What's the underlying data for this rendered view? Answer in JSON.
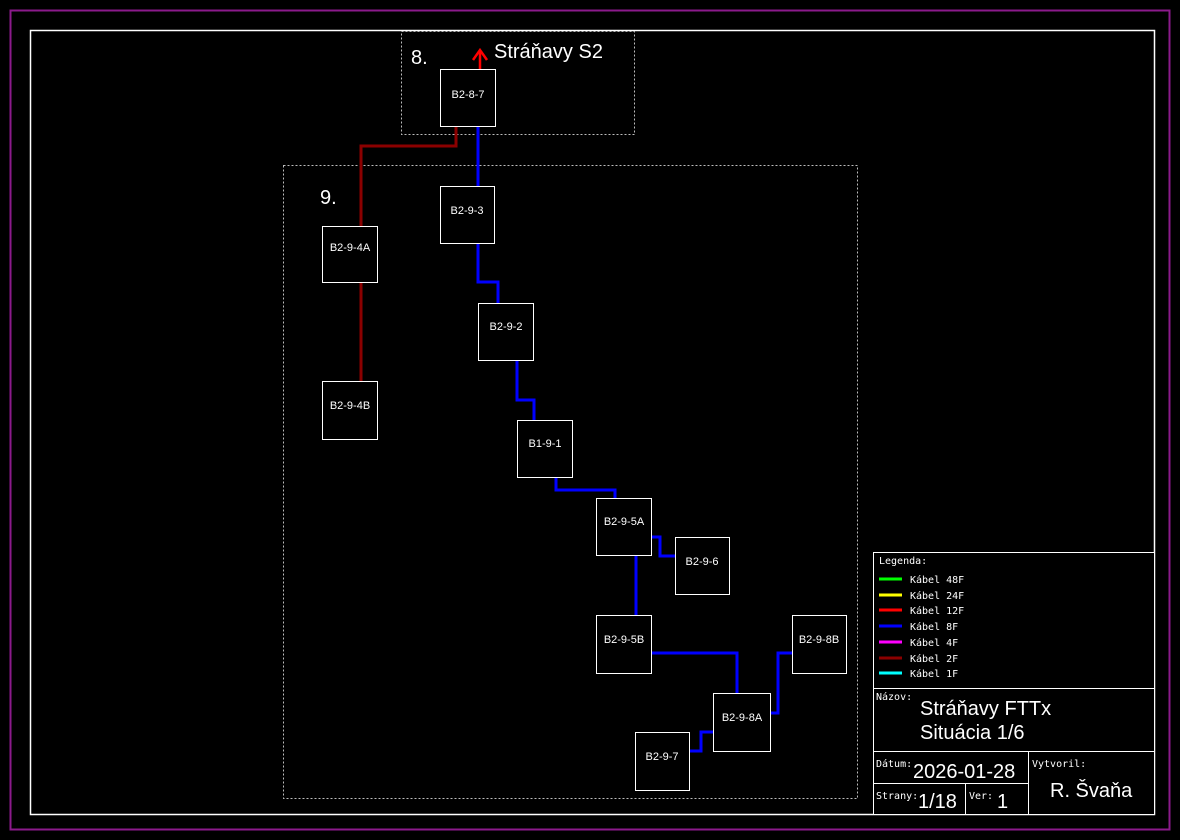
{
  "zones": [
    {
      "id": "zone-8",
      "label": "8."
    },
    {
      "id": "zone-9",
      "label": "9."
    }
  ],
  "direction_label": "Stráňavy S2",
  "nodes": [
    {
      "id": "B2-8-7",
      "label": "B2-8-7"
    },
    {
      "id": "B2-9-3",
      "label": "B2-9-3"
    },
    {
      "id": "B2-9-4A",
      "label": "B2-9-4A"
    },
    {
      "id": "B2-9-4B",
      "label": "B2-9-4B"
    },
    {
      "id": "B2-9-2",
      "label": "B2-9-2"
    },
    {
      "id": "B1-9-1",
      "label": "B1-9-1"
    },
    {
      "id": "B2-9-5A",
      "label": "B2-9-5A"
    },
    {
      "id": "B2-9-6",
      "label": "B2-9-6"
    },
    {
      "id": "B2-9-5B",
      "label": "B2-9-5B"
    },
    {
      "id": "B2-9-8B",
      "label": "B2-9-8B"
    },
    {
      "id": "B2-9-8A",
      "label": "B2-9-8A"
    },
    {
      "id": "B2-9-7",
      "label": "B2-9-7"
    }
  ],
  "cables": [
    {
      "from": "B2-8-7",
      "to": "B2-9-3",
      "type": "Kábel 8F"
    },
    {
      "from": "B2-9-3",
      "to": "B2-9-2",
      "type": "Kábel 8F"
    },
    {
      "from": "B2-9-2",
      "to": "B1-9-1",
      "type": "Kábel 8F"
    },
    {
      "from": "B1-9-1",
      "to": "B2-9-5A",
      "type": "Kábel 8F"
    },
    {
      "from": "B2-9-5A",
      "to": "B2-9-6",
      "type": "Kábel 8F"
    },
    {
      "from": "B2-9-5A",
      "to": "B2-9-5B",
      "type": "Kábel 8F"
    },
    {
      "from": "B2-9-5B",
      "to": "B2-9-8A",
      "type": "Kábel 8F"
    },
    {
      "from": "B2-9-8A",
      "to": "B2-9-8B",
      "type": "Kábel 8F"
    },
    {
      "from": "B2-9-8A",
      "to": "B2-9-7",
      "type": "Kábel 8F"
    },
    {
      "from": "B2-8-7",
      "to": "B2-9-4A",
      "type": "Kábel 2F"
    },
    {
      "from": "B2-9-4A",
      "to": "B2-9-4B",
      "type": "Kábel 2F"
    }
  ],
  "legend": {
    "title": "Legenda:",
    "items": [
      {
        "label": "Kábel 48F",
        "color": "#00ff00"
      },
      {
        "label": "Kábel 24F",
        "color": "#ffff00"
      },
      {
        "label": "Kábel 12F",
        "color": "#ff0000"
      },
      {
        "label": "Kábel 8F",
        "color": "#0000ff"
      },
      {
        "label": "Kábel 4F",
        "color": "#ff00ff"
      },
      {
        "label": "Kábel 2F",
        "color": "#8b0000"
      },
      {
        "label": "Kábel 1F",
        "color": "#00ffff"
      }
    ]
  },
  "title_block": {
    "name_label": "Názov:",
    "name_line1": "Stráňavy FTTx",
    "name_line2": "Situácia 1/6",
    "date_label": "Dátum:",
    "date": "2026-01-28",
    "author_label": "Vytvoril:",
    "author": "R. Švaňa",
    "pages_label": "Strany:",
    "pages": "1/18",
    "version_label": "Ver:",
    "version": "1"
  },
  "colors": {
    "background": "#000000",
    "outer_frame": "#8b1a8b",
    "inner_frame": "#ffffff",
    "cable_8f": "#0000ff",
    "cable_2f": "#8b0000",
    "arrow": "#ff0000"
  }
}
